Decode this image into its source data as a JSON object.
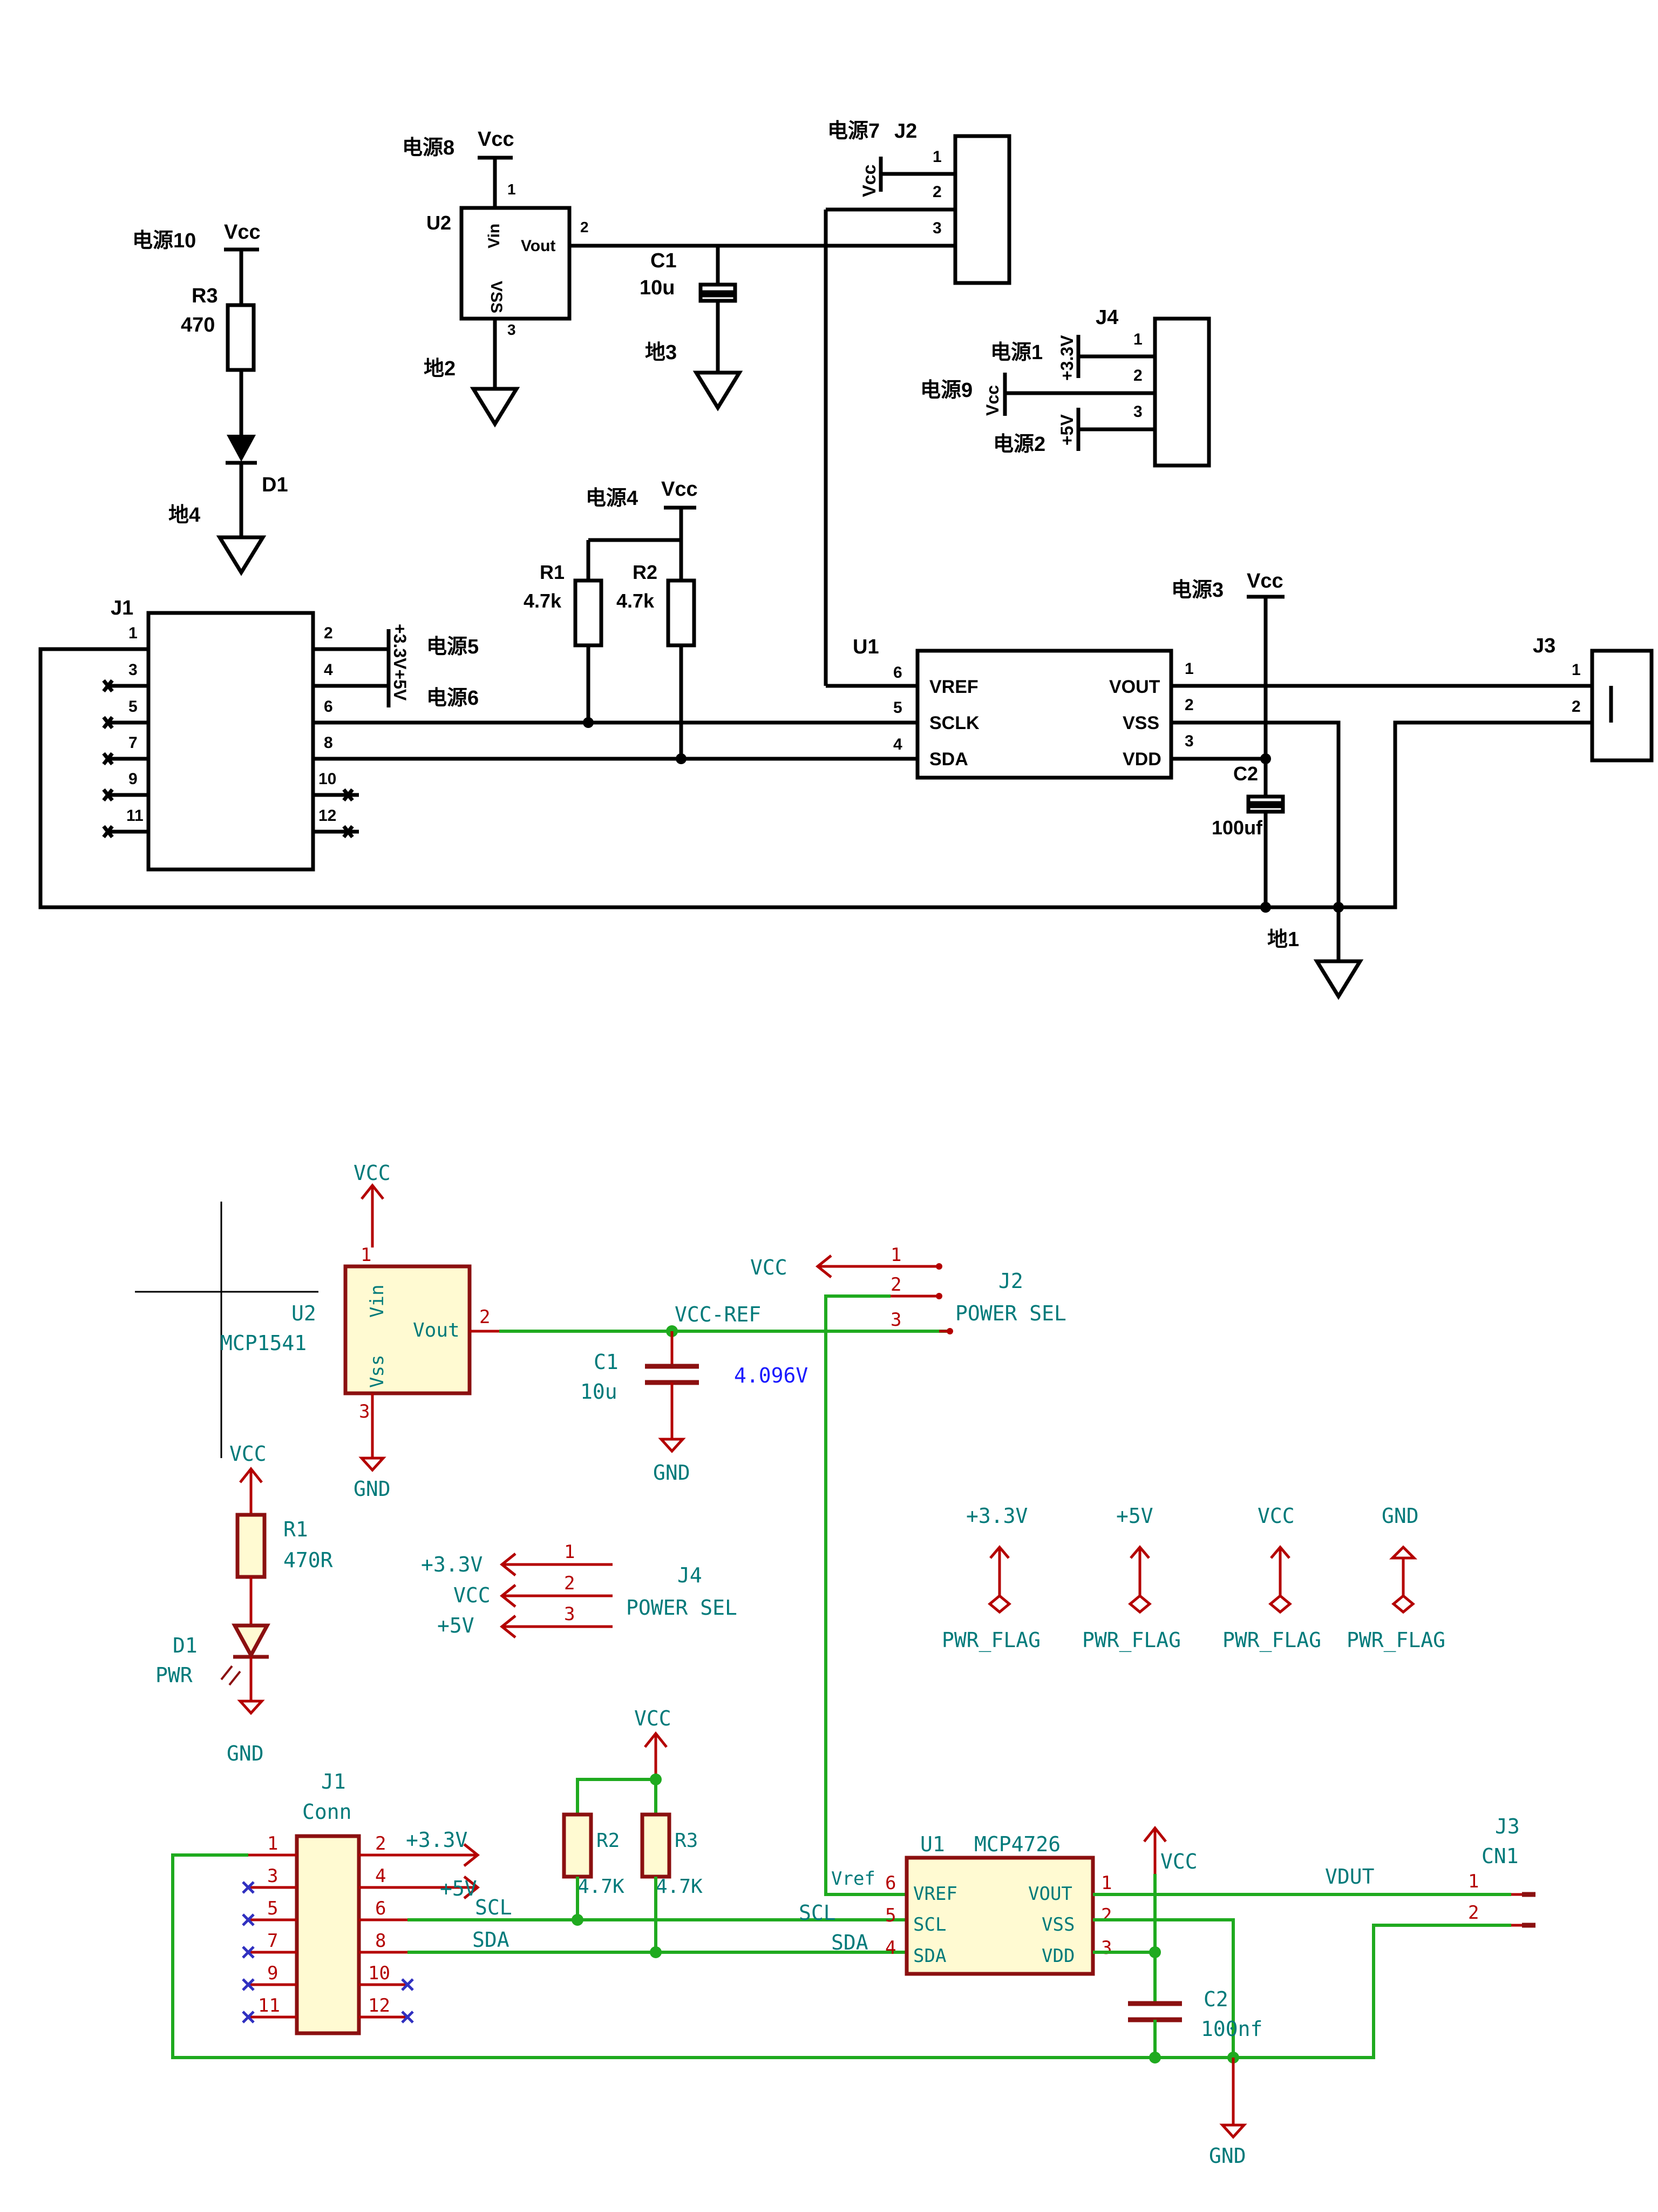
{
  "top": {
    "power": {
      "p10": "电源10",
      "p8": "电源8",
      "p7": "电源7",
      "p1": "电源1",
      "p9": "电源9",
      "p2": "电源2",
      "p4": "电源4",
      "p3": "电源3",
      "p5": "电源5",
      "p6": "电源6"
    },
    "grounds": {
      "g2": "地2",
      "g3": "地3",
      "g4": "地4",
      "g1": "地1"
    },
    "vcc": "Vcc",
    "v33": "+3.3V",
    "v5": "+5V",
    "v3v5": "+3.3V+5V",
    "r3": {
      "ref": "R3",
      "val": "470"
    },
    "d1": "D1",
    "u2": {
      "ref": "U2",
      "vin": "Vin",
      "vout": "Vout",
      "vss": "VSS",
      "p1": "1",
      "p2": "2",
      "p3": "3"
    },
    "c1": {
      "ref": "C1",
      "val": "10u"
    },
    "j2": {
      "ref": "J2",
      "pins": [
        "1",
        "2",
        "3"
      ]
    },
    "j4": {
      "ref": "J4",
      "pins": [
        "1",
        "2",
        "3"
      ]
    },
    "r1": {
      "ref": "R1",
      "val": "4.7k"
    },
    "r2": {
      "ref": "R2",
      "val": "4.7k"
    },
    "j1": {
      "ref": "J1",
      "left": [
        "1",
        "3",
        "5",
        "7",
        "9",
        "11"
      ],
      "right": [
        "2",
        "4",
        "6",
        "8",
        "10",
        "12"
      ]
    },
    "u1": {
      "ref": "U1",
      "lpins": [
        "6",
        "5",
        "4"
      ],
      "lnames": [
        "VREF",
        "SCLK",
        "SDA"
      ],
      "rpins": [
        "1",
        "2",
        "3"
      ],
      "rnames": [
        "VOUT",
        "VSS",
        "VDD"
      ]
    },
    "c2": {
      "ref": "C2",
      "val": "100uf"
    },
    "j3": {
      "ref": "J3",
      "pins": [
        "1",
        "2"
      ]
    }
  },
  "bottom": {
    "vcc": "VCC",
    "gnd": "GND",
    "u2": {
      "ref": "U2",
      "val": "MCP1541",
      "vin": "Vin",
      "vout": "Vout",
      "vss": "Vss",
      "p1": "1",
      "p2": "2",
      "p3": "3"
    },
    "net_vccref": "VCC-REF",
    "c1": {
      "ref": "C1",
      "val": "10u"
    },
    "vref_value": "4.096V",
    "j2": {
      "ref": "J2",
      "val": "POWER SEL",
      "pins": [
        "1",
        "2",
        "3"
      ]
    },
    "r1": {
      "ref": "R1",
      "val": "470R"
    },
    "d1": {
      "ref": "D1",
      "val": "PWR"
    },
    "j4": {
      "ref": "J4",
      "val": "POWER SEL",
      "pins": [
        "1",
        "2",
        "3"
      ],
      "nets": [
        "+3.3V",
        "VCC",
        "+5V"
      ]
    },
    "flags": {
      "nets": [
        "+3.3V",
        "+5V",
        "VCC",
        "GND"
      ],
      "label": "PWR_FLAG"
    },
    "j1": {
      "ref": "J1",
      "val": "Conn",
      "left": [
        "1",
        "3",
        "5",
        "7",
        "9",
        "11"
      ],
      "right": [
        "2",
        "4",
        "6",
        "8",
        "10",
        "12"
      ]
    },
    "v33": "+3.3V",
    "v5": "+5V",
    "r2": {
      "ref": "R2",
      "val": "4.7K"
    },
    "r3": {
      "ref": "R3",
      "val": "4.7K"
    },
    "scl": "SCL",
    "sda": "SDA",
    "u1": {
      "ref": "U1",
      "val": "MCP4726",
      "vref_label": "Vref",
      "lpins": [
        "6",
        "5",
        "4"
      ],
      "lnames": [
        "VREF",
        "SCL",
        "SDA"
      ],
      "rpins": [
        "1",
        "2",
        "3"
      ],
      "rnames": [
        "VOUT",
        "VSS",
        "VDD"
      ]
    },
    "c2": {
      "ref": "C2",
      "val": "100nf"
    },
    "vout": "VDUT",
    "j3": {
      "ref": "J3",
      "val": "CN1",
      "pins": [
        "1",
        "2"
      ]
    }
  }
}
